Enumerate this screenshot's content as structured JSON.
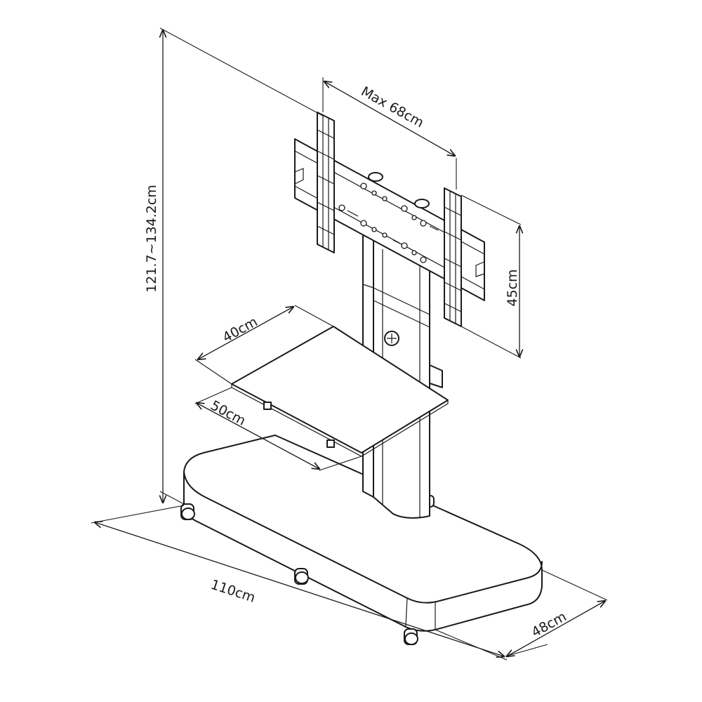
{
  "dimensions": {
    "height": "121.7~134.2cm",
    "max_vesa_width": "Max 68cm",
    "vesa_height": "45cm",
    "shelf_width": "40cm",
    "shelf_depth": "50cm",
    "base_length": "110cm",
    "base_depth": "48cm"
  }
}
